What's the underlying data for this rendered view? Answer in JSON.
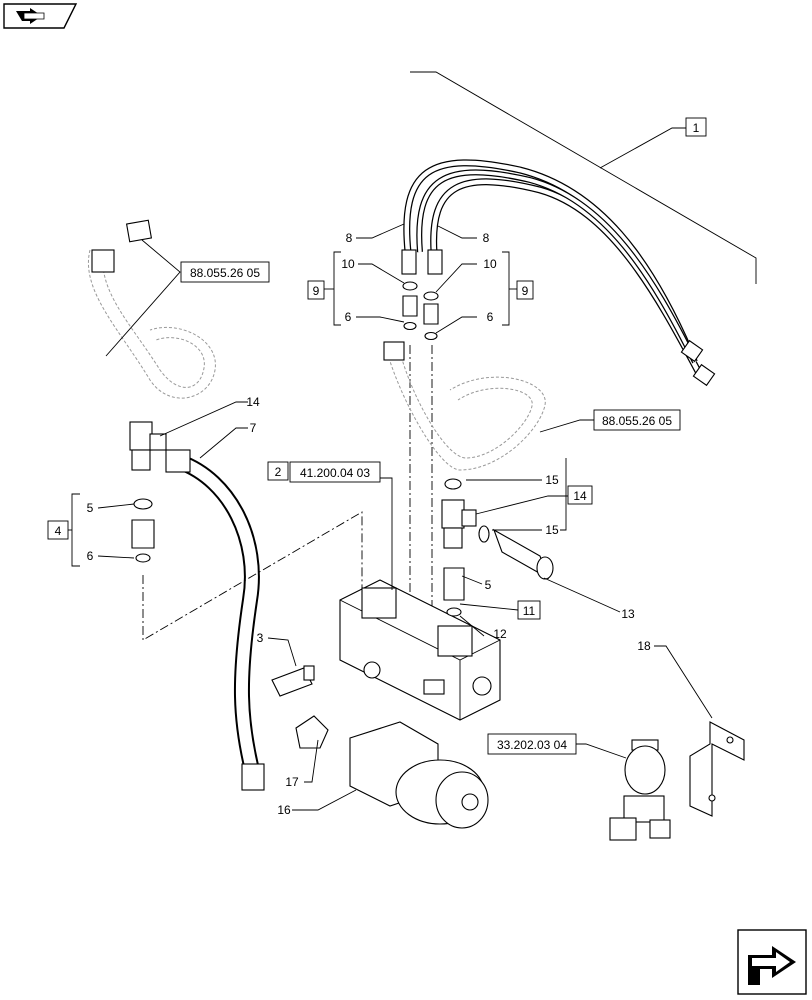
{
  "labels": {
    "l1": "1",
    "l2": "2",
    "l3": "3",
    "l4": "4",
    "l5a": "5",
    "l5b": "5",
    "l6a": "6",
    "l6b": "6",
    "l6c": "6",
    "l7": "7",
    "l8a": "8",
    "l8b": "8",
    "l9a": "9",
    "l9b": "9",
    "l10a": "10",
    "l10b": "10",
    "l11": "11",
    "l12": "12",
    "l13": "13",
    "l14a": "14",
    "l14b": "14",
    "l15a": "15",
    "l15b": "15",
    "l16": "16",
    "l17": "17",
    "l18": "18",
    "ref1": "88.055.26 05",
    "ref2": "88.055.26 05",
    "ref3": "41.200.04 03",
    "ref4": "33.202.03 04"
  },
  "icons": {
    "top_left": "next-page-arrow-icon",
    "bottom_right": "return-arrow-icon"
  },
  "colors": {
    "ink": "#000000",
    "ghost": "#999999",
    "paper": "#ffffff"
  }
}
